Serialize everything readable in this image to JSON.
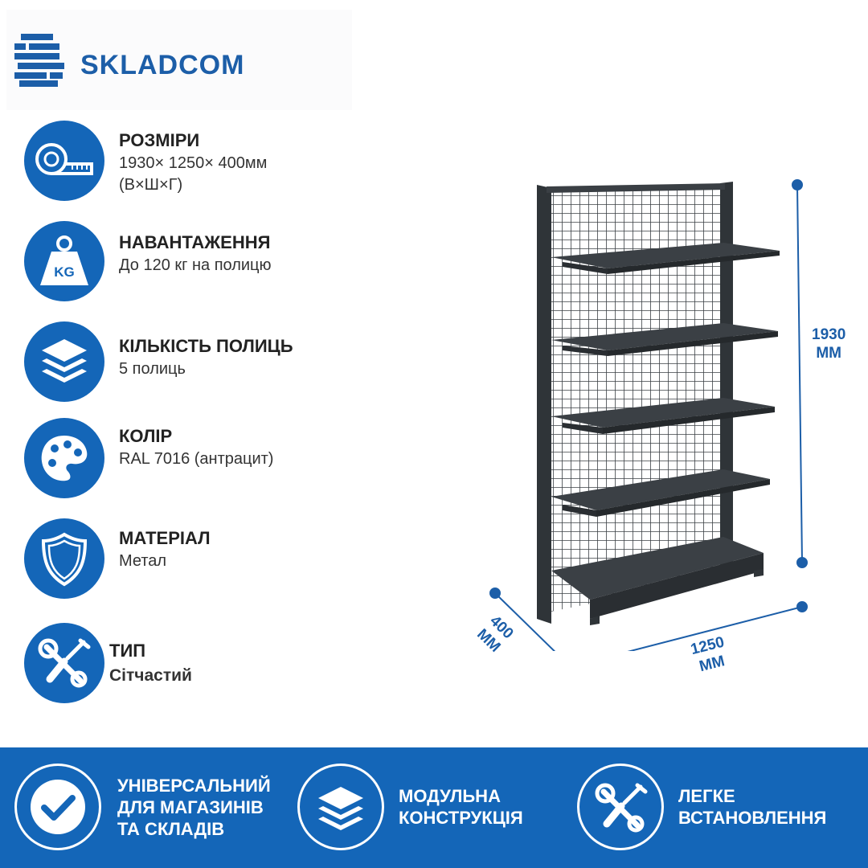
{
  "brand": {
    "name": "SKLADCOM",
    "color": "#1c5ea8"
  },
  "accent_color": "#1466b8",
  "shelf_color": "#3a3f44",
  "specs": [
    {
      "icon": "tape-measure-icon",
      "title": "РОЗМІРИ",
      "line1": "1930× 1250× 400мм",
      "line2": "(В×Ш×Г)"
    },
    {
      "icon": "kg-weight-icon",
      "title": "НАВАНТАЖЕННЯ",
      "line1": "До 120 кг на полицю"
    },
    {
      "icon": "layers-icon",
      "title": "КІЛЬКІСТЬ ПОЛИЦЬ",
      "line1": "5 полиць"
    },
    {
      "icon": "palette-icon",
      "title": "КОЛІР",
      "line1": "RAL 7016 (антрацит)"
    },
    {
      "icon": "shield-icon",
      "title": "МАТЕРІАЛ",
      "line1": "Метал"
    },
    {
      "icon": "tools-icon",
      "title": "ТИП",
      "line1": "Сітчастий"
    }
  ],
  "dimensions": {
    "height": {
      "value": "1930",
      "unit": "ММ"
    },
    "width": {
      "value": "1250",
      "unit": "ММ"
    },
    "depth": {
      "value": "400",
      "unit": "ММ"
    }
  },
  "features": [
    {
      "icon": "checkmark-icon",
      "lines": [
        "УНІВЕРСАЛЬНИЙ",
        "ДЛЯ МАГАЗИНІВ",
        "ТА СКЛАДІВ"
      ]
    },
    {
      "icon": "layers-icon",
      "lines": [
        "МОДУЛЬНА",
        "КОНСТРУКЦІЯ"
      ]
    },
    {
      "icon": "tools-icon",
      "lines": [
        "ЛЕГКЕ",
        "ВСТАНОВЛЕННЯ"
      ]
    }
  ]
}
